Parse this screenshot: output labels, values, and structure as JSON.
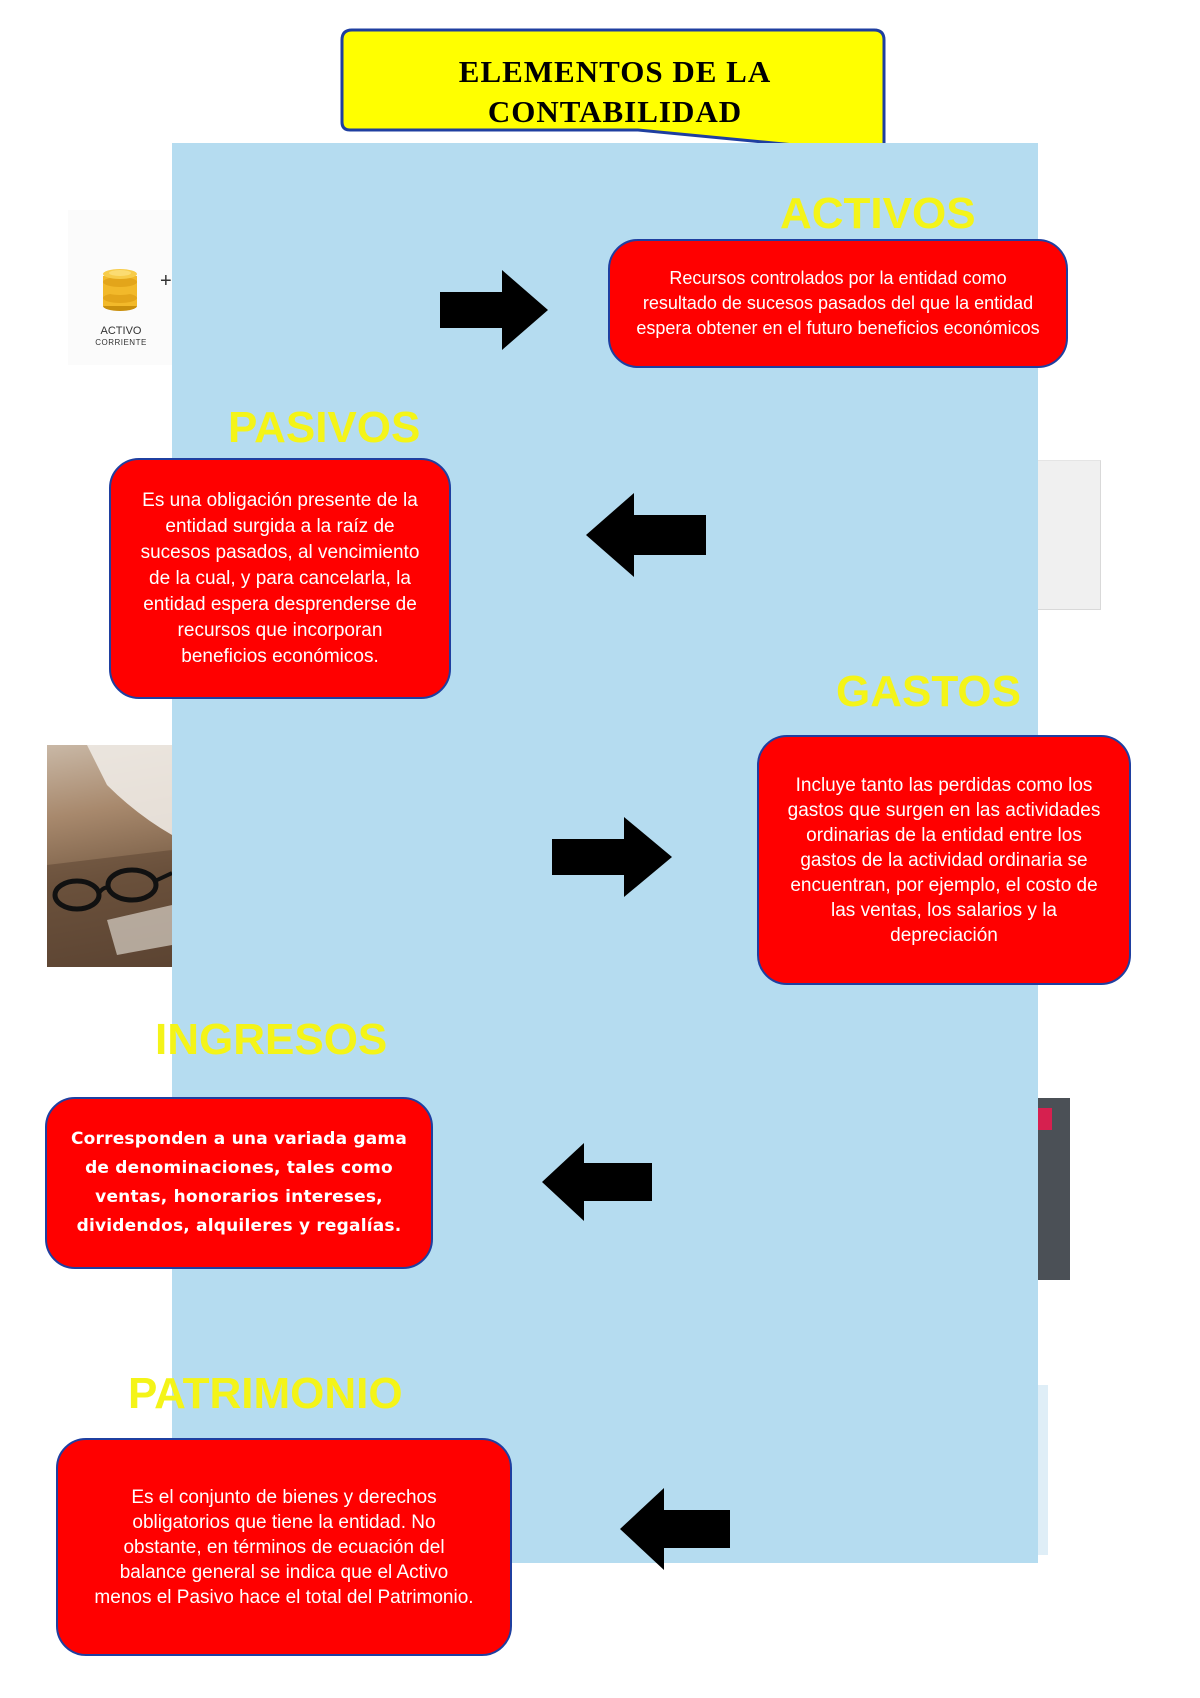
{
  "title": {
    "line1": "ELEMENTOS DE LA",
    "line2": "CONTABILIDAD",
    "fill_color": "#ffff00",
    "border_color": "#1f3fa0"
  },
  "panel_color": "#b5dcf0",
  "heading_color": "#f4f418",
  "box_color": "#ff0000",
  "sections": {
    "activos": {
      "heading": "ACTIVOS",
      "text": "Recursos controlados por la entidad como resultado de sucesos pasados del que la entidad espera obtener en el futuro beneficios económicos",
      "arrow": "right-arrow-icon"
    },
    "pasivos": {
      "heading": "PASIVOS",
      "text": "Es una obligación presente de la entidad surgida a la raíz de sucesos pasados, al vencimiento de la cual, y para cancelarla, la entidad espera desprenderse de recursos que incorporan beneficios económicos.",
      "arrow": "left-arrow-icon"
    },
    "gastos": {
      "heading": "GASTOS",
      "text": "Incluye tanto las perdidas como los gastos que surgen en las actividades ordinarias de la entidad entre los gastos de la actividad ordinaria se encuentran, por ejemplo, el costo de las ventas, los salarios y la depreciación",
      "arrow": "right-arrow-icon"
    },
    "ingresos": {
      "heading": "INGRESOS",
      "text": "Corresponden a una variada gama de denominaciones, tales como ventas, honorarios intereses, dividendos, alquileres y regalías.",
      "arrow": "left-arrow-icon"
    },
    "patrimonio": {
      "heading": "PATRIMONIO",
      "text": "Es el conjunto de bienes y derechos obligatorios que tiene la entidad. No obstante, en términos de ecuación del balance general se indica que el Activo menos el Pasivo hace el total del Patrimonio.",
      "arrow": "left-arrow-icon"
    }
  },
  "background_images": {
    "coins": {
      "icon": "gold-coins-icon",
      "label_line1": "ACTIVO",
      "label_line2": "CORRIENTE",
      "plus": "+"
    }
  }
}
